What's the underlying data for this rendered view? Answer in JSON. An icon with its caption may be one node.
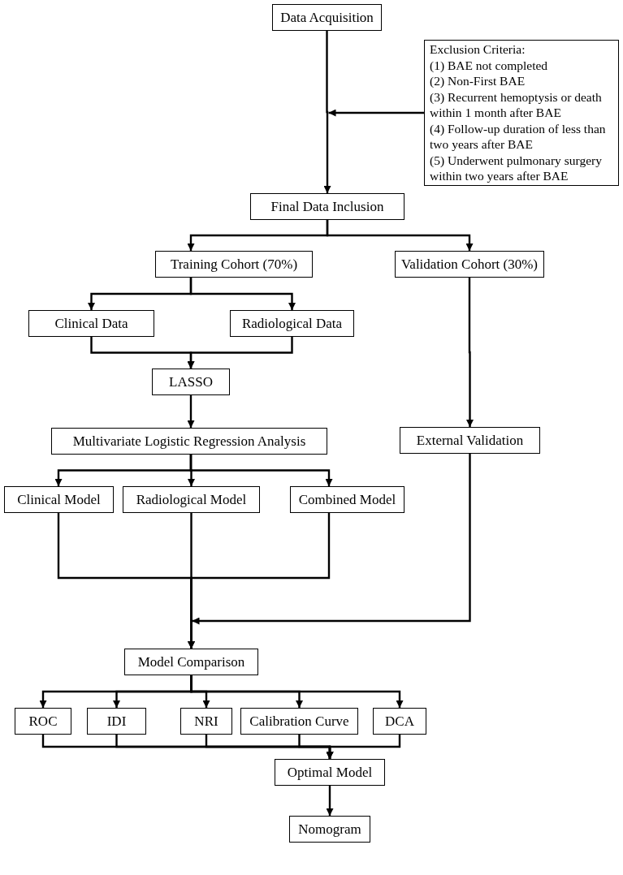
{
  "diagram": {
    "nodes": [
      {
        "text": [
          "Data Acquisition"
        ]
      },
      {
        "text": [
          "Exclusion Criteria:",
          "(1) BAE not completed",
          "(2) Non-First BAE",
          "(3) Recurrent hemoptysis or death within 1 month after BAE",
          "(4) Follow-up duration of less than two years after BAE",
          "(5) Underwent pulmonary surgery within two years after BAE"
        ]
      },
      {
        "text": [
          "Final Data Inclusion"
        ]
      },
      {
        "text": [
          "Training Cohort (70%)"
        ]
      },
      {
        "text": [
          "Validation Cohort (30%)"
        ]
      },
      {
        "text": [
          "Clinical Data"
        ]
      },
      {
        "text": [
          "Radiological Data"
        ]
      },
      {
        "text": [
          "LASSO"
        ]
      },
      {
        "text": [
          "External Validation"
        ]
      },
      {
        "text": [
          "Multivariate Logistic Regression Analysis"
        ]
      },
      {
        "text": [
          "Clinical Model"
        ]
      },
      {
        "text": [
          "Radiological Model"
        ]
      },
      {
        "text": [
          "Combined Model"
        ]
      },
      {
        "text": [
          "Model Comparison"
        ]
      },
      {
        "text": [
          "ROC"
        ]
      },
      {
        "text": [
          "IDI"
        ]
      },
      {
        "text": [
          "NRI"
        ]
      },
      {
        "text": [
          "Calibration Curve"
        ]
      },
      {
        "text": [
          "DCA"
        ]
      },
      {
        "text": [
          "Optimal Model"
        ]
      },
      {
        "text": [
          "Nomogram"
        ]
      }
    ],
    "edges": [
      {
        "from": 0,
        "to": 2,
        "arrow": "to"
      },
      {
        "from": 1,
        "to": null,
        "arrow": "to"
      },
      {
        "from": 2,
        "to": 3,
        "arrow": "to"
      },
      {
        "from": 2,
        "to": 4,
        "arrow": "to"
      },
      {
        "from": 3,
        "to": 5,
        "arrow": "to"
      },
      {
        "from": 3,
        "to": 6,
        "arrow": "to"
      },
      {
        "from": 5,
        "to": 7,
        "arrow": "to"
      },
      {
        "from": 6,
        "to": 7,
        "arrow": "to"
      },
      {
        "from": 7,
        "to": 9,
        "arrow": "to"
      },
      {
        "from": 4,
        "to": 8,
        "arrow": "to"
      },
      {
        "from": 9,
        "to": 10,
        "arrow": "to"
      },
      {
        "from": 9,
        "to": 11,
        "arrow": "to"
      },
      {
        "from": 9,
        "to": 12,
        "arrow": "to"
      },
      {
        "from": 10,
        "to": 13,
        "arrow": "to"
      },
      {
        "from": 11,
        "to": 13,
        "arrow": "to"
      },
      {
        "from": 12,
        "to": 13,
        "arrow": "to"
      },
      {
        "from": 8,
        "to": 13,
        "arrow": "to"
      },
      {
        "from": 13,
        "to": 14,
        "arrow": "to"
      },
      {
        "from": 13,
        "to": 15,
        "arrow": "to"
      },
      {
        "from": 13,
        "to": 16,
        "arrow": "to"
      },
      {
        "from": 13,
        "to": 17,
        "arrow": "to"
      },
      {
        "from": 13,
        "to": 18,
        "arrow": "to"
      },
      {
        "from": 14,
        "to": 19,
        "arrow": "to"
      },
      {
        "from": 15,
        "to": 19,
        "arrow": "to"
      },
      {
        "from": 16,
        "to": 19,
        "arrow": "to"
      },
      {
        "from": 17,
        "to": 19,
        "arrow": "to"
      },
      {
        "from": 18,
        "to": 19,
        "arrow": "to"
      },
      {
        "from": 19,
        "to": 20,
        "arrow": "to"
      }
    ]
  }
}
